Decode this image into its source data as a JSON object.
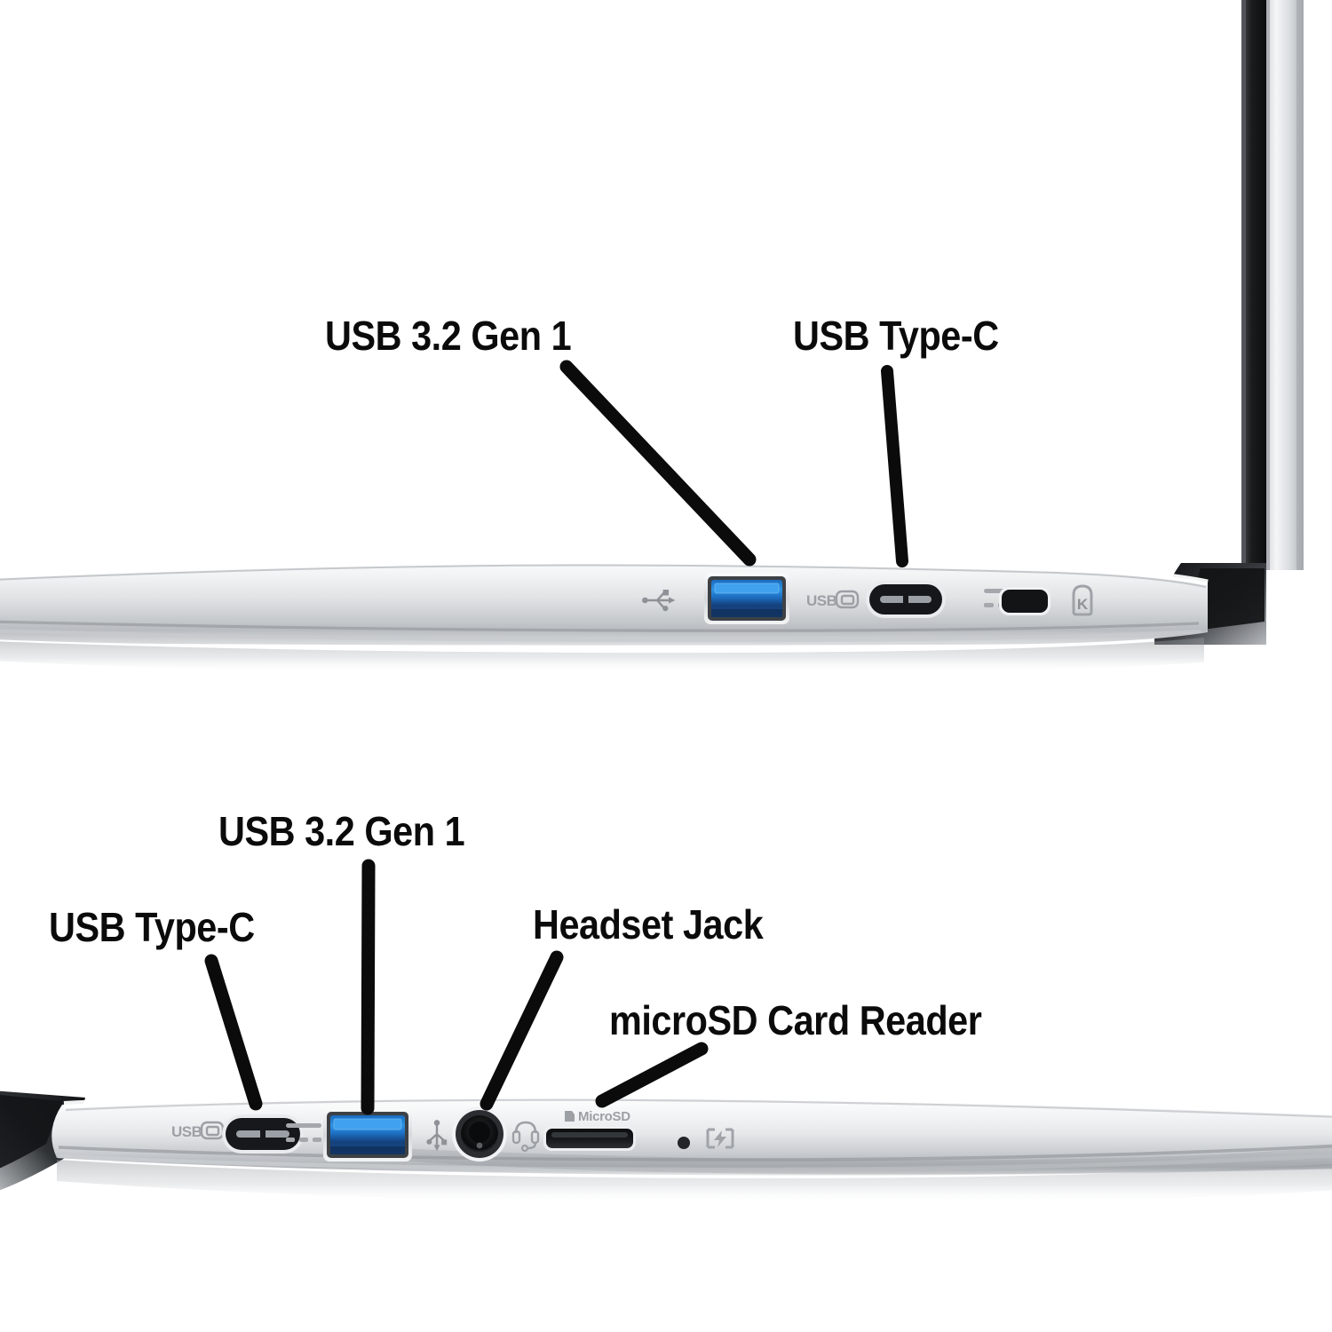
{
  "image": {
    "subject": "laptop-port-diagram",
    "background_color": "#ffffff",
    "label_color": "#0b0b0b",
    "chassis_silver": "#d6d8da",
    "usb_blue": "#1f7fd0",
    "usb_blue_dark": "#123a6b",
    "port_dark": "#1a1a1c"
  },
  "units": [
    {
      "name": "upper-unit",
      "side": "right-side-edge",
      "callouts": [
        {
          "id": "upper-usb-a",
          "label": "USB 3.2 Gen 1"
        },
        {
          "id": "upper-usb-c",
          "label": "USB Type-C"
        }
      ],
      "ports": [
        {
          "id": "upper-usb-trident-icon",
          "type": "icon",
          "icon": "usb-trident-icon",
          "label": ""
        },
        {
          "id": "upper-usb-a-port",
          "type": "usb-a",
          "label": "USB 3.2 Gen 1",
          "color": "#1f7fd0"
        },
        {
          "id": "upper-usb-c-marking",
          "type": "marking",
          "label": "USB"
        },
        {
          "id": "upper-usb-c-port",
          "type": "usb-c",
          "label": "USB Type-C"
        },
        {
          "id": "upper-dc-marking",
          "type": "marking",
          "icon": "dc-in-icon",
          "label": ""
        },
        {
          "id": "upper-dc-jack",
          "type": "dc-jack",
          "label": ""
        },
        {
          "id": "upper-kensington-lock",
          "type": "lock-slot",
          "icon": "kensington-lock-icon",
          "label": "K"
        }
      ]
    },
    {
      "name": "lower-unit",
      "side": "left-side-edge",
      "callouts": [
        {
          "id": "lower-usb-a",
          "label": "USB 3.2 Gen 1"
        },
        {
          "id": "lower-usb-c",
          "label": "USB Type-C"
        },
        {
          "id": "lower-headset",
          "label": "Headset Jack"
        },
        {
          "id": "lower-microsd",
          "label": "microSD Card Reader"
        }
      ],
      "ports": [
        {
          "id": "lower-usb-c-marking",
          "type": "marking",
          "label": "USB"
        },
        {
          "id": "lower-usb-c-port",
          "type": "usb-c",
          "label": "USB Type-C"
        },
        {
          "id": "lower-dc-marking",
          "type": "marking",
          "icon": "dc-in-icon",
          "label": ""
        },
        {
          "id": "lower-usb-a-port",
          "type": "usb-a",
          "label": "USB 3.2 Gen 1",
          "color": "#1f7fd0"
        },
        {
          "id": "lower-usb-trident-icon",
          "type": "icon",
          "icon": "usb-trident-icon",
          "label": ""
        },
        {
          "id": "lower-headset-jack",
          "type": "audio-jack",
          "label": ""
        },
        {
          "id": "lower-headset-icon",
          "type": "icon",
          "icon": "headset-icon",
          "label": ""
        },
        {
          "id": "lower-microsd-marking",
          "type": "marking",
          "label": "MicroSD"
        },
        {
          "id": "lower-microsd-slot",
          "type": "card-slot",
          "label": "microSD Card Reader"
        },
        {
          "id": "lower-power-led",
          "type": "led",
          "label": ""
        },
        {
          "id": "lower-battery-icon",
          "type": "icon",
          "icon": "battery-charge-icon",
          "label": ""
        }
      ]
    }
  ]
}
